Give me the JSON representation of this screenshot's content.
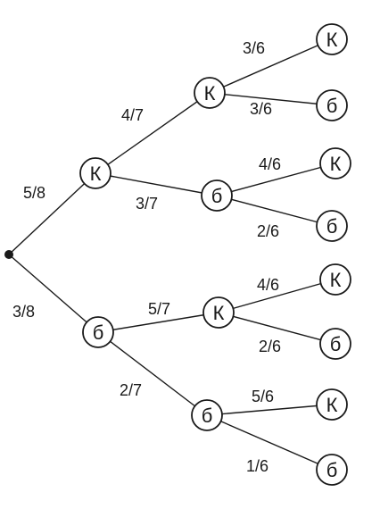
{
  "edges": [
    {
      "id": "e-root-k",
      "label": "5/8"
    },
    {
      "id": "e-root-b",
      "label": "3/8"
    },
    {
      "id": "e-k-kk",
      "label": "4/7"
    },
    {
      "id": "e-k-kb",
      "label": "3/7"
    },
    {
      "id": "e-b-bk",
      "label": "5/7"
    },
    {
      "id": "e-b-bb",
      "label": "2/7"
    },
    {
      "id": "e-kk-kkk",
      "label": "3/6"
    },
    {
      "id": "e-kk-kkb",
      "label": "3/6"
    },
    {
      "id": "e-kb-kbk",
      "label": "4/6"
    },
    {
      "id": "e-kb-kbb",
      "label": "2/6"
    },
    {
      "id": "e-bk-bkk",
      "label": "4/6"
    },
    {
      "id": "e-bk-bkb",
      "label": "2/6"
    },
    {
      "id": "e-bb-bbk",
      "label": "5/6"
    },
    {
      "id": "e-bb-bbb",
      "label": "1/6"
    }
  ],
  "nodes": [
    {
      "id": "k",
      "label": "К"
    },
    {
      "id": "b",
      "label": "б"
    },
    {
      "id": "kk",
      "label": "К"
    },
    {
      "id": "kb",
      "label": "б"
    },
    {
      "id": "bk",
      "label": "К"
    },
    {
      "id": "bb",
      "label": "б"
    },
    {
      "id": "kkk",
      "label": "К"
    },
    {
      "id": "kkb",
      "label": "б"
    },
    {
      "id": "kbk",
      "label": "К"
    },
    {
      "id": "kbb",
      "label": "б"
    },
    {
      "id": "bkk",
      "label": "К"
    },
    {
      "id": "bkb",
      "label": "б"
    },
    {
      "id": "bbk",
      "label": "К"
    },
    {
      "id": "bbb",
      "label": "б"
    }
  ]
}
